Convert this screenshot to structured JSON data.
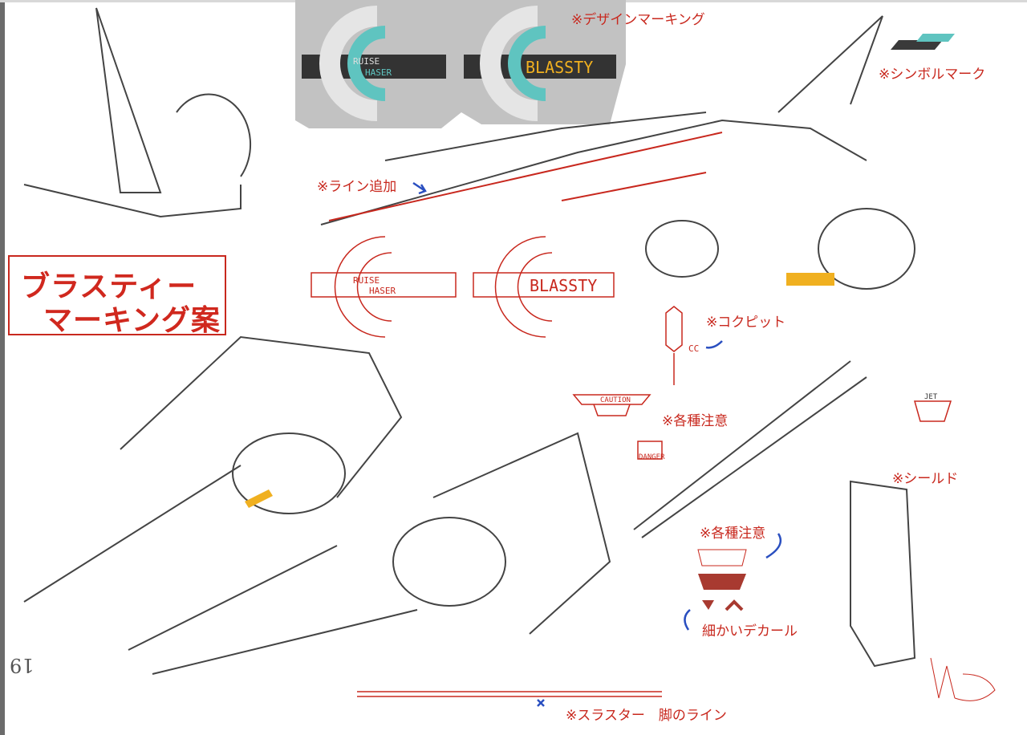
{
  "sheet": {
    "title_line1": "ブラスティー",
    "title_line2": "マーキング案",
    "page_number": "19"
  },
  "annotations": {
    "design_marking": "※デザインマーキング",
    "symbol_mark": "※シンボルマーク",
    "line_added": "※ライン追加",
    "cockpit": "※コクピット",
    "cautions_1": "※各種注意",
    "shield": "※シールド",
    "cautions_2": "※各種注意",
    "fine_decals": "細かいデカール",
    "thruster_leg_line": "※スラスター　脚のライン"
  },
  "decals": {
    "cruise_chaser_line1": "RUISE",
    "cruise_chaser_line2": "HASER",
    "blassty": "BLASSTY",
    "cockpit_cc": "CC",
    "caution": "CAUTION",
    "danger": "DANGER",
    "jet": "JET"
  },
  "colors": {
    "red": "#c8281e",
    "teal": "#5fc4c0",
    "gold": "#f0b020",
    "panel_gray": "#c2c2c2",
    "ink_blue": "#2a4fc0"
  }
}
